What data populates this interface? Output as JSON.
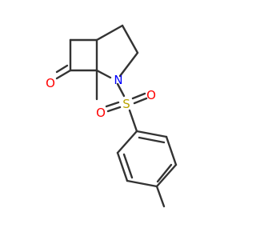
{
  "molecule": {
    "atoms": {
      "oxygen_ketone": "O",
      "nitrogen": "N",
      "sulfur": "S",
      "oxygen_sulfonyl_left": "O",
      "oxygen_sulfonyl_right": "O"
    }
  },
  "colors": {
    "bond": "#333333",
    "oxygen": "#ff0000",
    "nitrogen": "#0000ff",
    "sulfur": "#b8a300"
  }
}
